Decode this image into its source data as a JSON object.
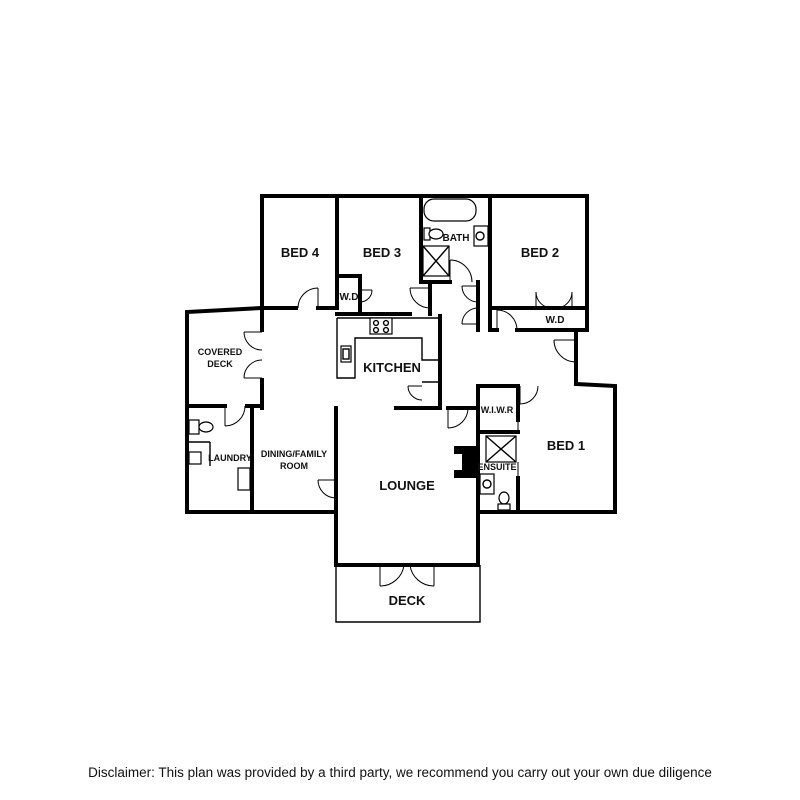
{
  "rooms": {
    "bed4": "BED 4",
    "bed3": "BED 3",
    "bath": "BATH",
    "bed2": "BED 2",
    "wd_bed3": "W.D",
    "wd_bed2": "W.D",
    "covered_deck_line1": "COVERED",
    "covered_deck_line2": "DECK",
    "kitchen": "KITCHEN",
    "laundry": "LAUNDRY",
    "dining_line1": "DINING/FAMILY",
    "dining_line2": "ROOM",
    "lounge": "LOUNGE",
    "wiwr": "W.I.W.R",
    "ensuite": "ENSUITE",
    "bed1": "BED 1",
    "deck": "DECK"
  },
  "disclaimer": "Disclaimer: This plan was provided by a third party, we recommend you carry out your own due diligence"
}
